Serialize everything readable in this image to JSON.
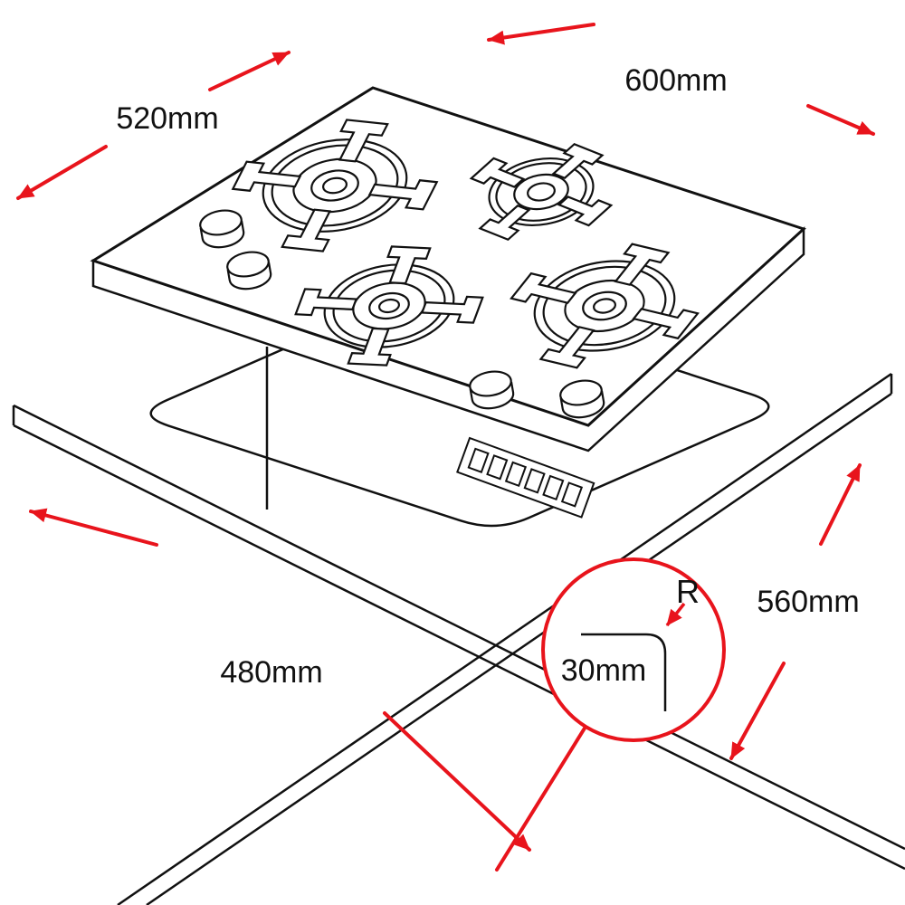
{
  "figure": {
    "type": "technical-diagram",
    "description": "Isometric line drawing of a 4-burner gas hob above a countertop cutout with installation dimensions and a corner-radius detail callout"
  },
  "labels": {
    "hob_width": "600mm",
    "hob_depth": "520mm",
    "cutout_width": "480mm",
    "cutout_depth": "560mm",
    "corner_radius": "30mm",
    "radius_symbol": "R"
  },
  "colors": {
    "dimension_accent": "#e8141c",
    "line": "#111111",
    "background": "#ffffff"
  }
}
